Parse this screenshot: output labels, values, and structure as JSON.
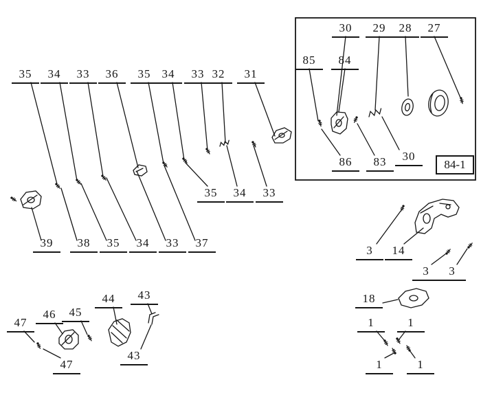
{
  "colors": {
    "background": "#ffffff",
    "line": "#161616"
  },
  "callouts": [
    {
      "text": "35"
    },
    {
      "text": "34"
    },
    {
      "text": "33"
    },
    {
      "text": "36"
    },
    {
      "text": "35"
    },
    {
      "text": "34"
    },
    {
      "text": "33"
    },
    {
      "text": "32"
    },
    {
      "text": "31"
    },
    {
      "text": "30"
    },
    {
      "text": "29"
    },
    {
      "text": "28"
    },
    {
      "text": "27"
    },
    {
      "text": "85"
    },
    {
      "text": "84"
    },
    {
      "text": "86"
    },
    {
      "text": "83"
    },
    {
      "text": "30"
    },
    {
      "text": "84-1"
    },
    {
      "text": "35"
    },
    {
      "text": "34"
    },
    {
      "text": "33"
    },
    {
      "text": "39"
    },
    {
      "text": "38"
    },
    {
      "text": "35"
    },
    {
      "text": "34"
    },
    {
      "text": "33"
    },
    {
      "text": "37"
    },
    {
      "text": "3"
    },
    {
      "text": "14"
    },
    {
      "text": "3"
    },
    {
      "text": "3"
    },
    {
      "text": "18"
    },
    {
      "text": "1"
    },
    {
      "text": "1"
    },
    {
      "text": "1"
    },
    {
      "text": "1"
    },
    {
      "text": "47"
    },
    {
      "text": "46"
    },
    {
      "text": "45"
    },
    {
      "text": "44"
    },
    {
      "text": "43"
    },
    {
      "text": "43"
    },
    {
      "text": "47"
    }
  ]
}
